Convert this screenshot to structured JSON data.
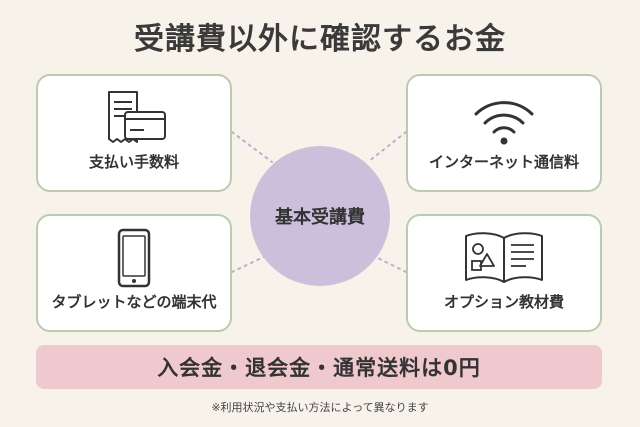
{
  "title": "受講費以外に確認するお金",
  "center_label": "基本受講費",
  "cards": {
    "top_left": {
      "label": "支払い手数料",
      "icon": "receipt-card-icon"
    },
    "top_right": {
      "label": "インターネット通信料",
      "icon": "wifi-icon"
    },
    "bottom_left": {
      "label": "タブレットなどの端末代",
      "icon": "tablet-icon"
    },
    "bottom_right": {
      "label": "オプション教材費",
      "icon": "open-book-icon"
    }
  },
  "banner": "入会金・退会金・通常送料は0円",
  "note": "※利用状況や支払い方法によって異なります",
  "colors": {
    "background": "#f8f3ea",
    "card_border": "#bccab0",
    "center_fill": "#cbbfdc",
    "banner_fill": "#efc9cd",
    "connector": "#b9aed0"
  }
}
